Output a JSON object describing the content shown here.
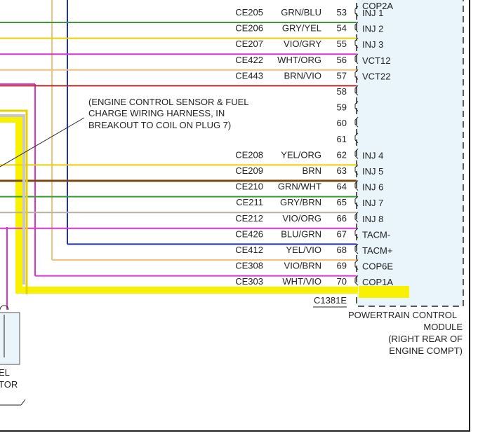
{
  "colors": {
    "highlight": "#f8f200",
    "module_fill": "#e9f4fb",
    "blue": "#1f2fbf",
    "tan": "#f0c27a",
    "magenta": "#e030d0",
    "green": "#3a9a3a",
    "yellow_wire": "#e6d200",
    "red": "#b02a2a",
    "brown": "#7a4a10",
    "gray": "#b8b0a0"
  },
  "harness_note": {
    "lines": [
      "(ENGINE CONTROL SENSOR & FUEL",
      "CHARGE WIRING HARNESS, IN",
      "BREAKOUT TO COIL ON PLUG 7)"
    ]
  },
  "connector_id": "C1381E",
  "module": {
    "lines": [
      "POWERTRAIN CONTROL",
      "MODULE",
      "(RIGHT REAR OF",
      "ENGINE COMPT)"
    ],
    "top_partial": "COP2A"
  },
  "left_component": {
    "lines": [
      "EL",
      "TOR"
    ]
  },
  "rows": [
    {
      "circuit": "CE205",
      "color": "GRN/BLU",
      "pin": "53",
      "signal": "INJ 1"
    },
    {
      "circuit": "CE206",
      "color": "GRY/YEL",
      "pin": "54",
      "signal": "INJ 2"
    },
    {
      "circuit": "CE207",
      "color": "VIO/GRY",
      "pin": "55",
      "signal": "INJ 3"
    },
    {
      "circuit": "CE422",
      "color": "WHT/ORG",
      "pin": "56",
      "signal": "VCT12"
    },
    {
      "circuit": "CE443",
      "color": "BRN/VIO",
      "pin": "57",
      "signal": "VCT22"
    },
    {
      "circuit": "",
      "color": "",
      "pin": "58",
      "signal": ""
    },
    {
      "circuit": "",
      "color": "",
      "pin": "59",
      "signal": ""
    },
    {
      "circuit": "",
      "color": "",
      "pin": "60",
      "signal": ""
    },
    {
      "circuit": "",
      "color": "",
      "pin": "61",
      "signal": ""
    },
    {
      "circuit": "CE208",
      "color": "YEL/ORG",
      "pin": "62",
      "signal": "INJ 4"
    },
    {
      "circuit": "CE209",
      "color": "BRN",
      "pin": "63",
      "signal": "INJ 5"
    },
    {
      "circuit": "CE210",
      "color": "GRN/WHT",
      "pin": "64",
      "signal": "INJ 6"
    },
    {
      "circuit": "CE211",
      "color": "GRY/BRN",
      "pin": "65",
      "signal": "INJ 7"
    },
    {
      "circuit": "CE212",
      "color": "VIO/ORG",
      "pin": "66",
      "signal": "INJ 8"
    },
    {
      "circuit": "CE426",
      "color": "BLU/GRN",
      "pin": "67",
      "signal": "TACM-"
    },
    {
      "circuit": "CE412",
      "color": "YEL/VIO",
      "pin": "68",
      "signal": "TACM+"
    },
    {
      "circuit": "CE308",
      "color": "VIO/BRN",
      "pin": "69",
      "signal": "COP6E"
    },
    {
      "circuit": "CE303",
      "color": "WHT/VIO",
      "pin": "70",
      "signal": "COP1A"
    }
  ]
}
